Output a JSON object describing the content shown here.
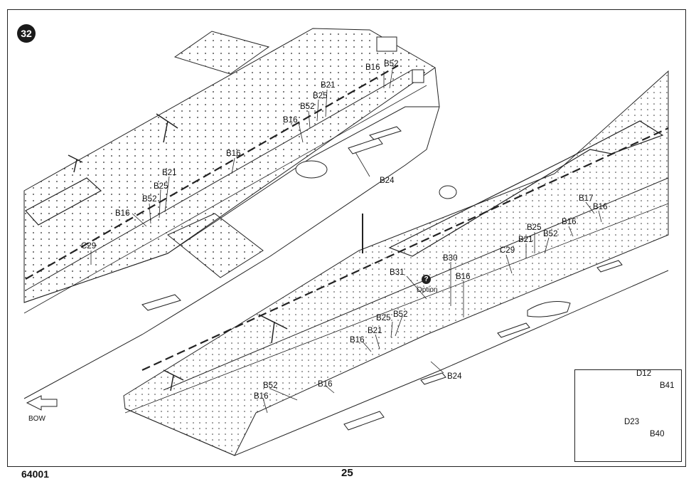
{
  "step": {
    "number": "32"
  },
  "callouts": {
    "a_b16": "B16",
    "a_b52": "B52",
    "a_b21": "B21",
    "a_b25": "B25",
    "a_b52b": "B52",
    "a_b16b": "B16",
    "a_b16c": "B16",
    "a_b24": "B24",
    "a_b21b": "B21",
    "a_b25b": "B25",
    "a_b52c": "B52",
    "a_b16d": "B16",
    "a_c29": "C29",
    "b_b17": "B17",
    "b_b16": "B16",
    "b_b16b": "B16",
    "b_b25": "B25",
    "b_b52": "B52",
    "b_b21": "B21",
    "b_c29": "C29",
    "b_b30": "B30",
    "b_b16c": "B16",
    "b_b31": "B31",
    "b_b25b": "B25",
    "b_b52b": "B52",
    "b_b21b": "B21",
    "b_b16d": "B16",
    "b_b24": "B24",
    "b_b52c": "B52",
    "b_b16e": "B16",
    "b_b16f": "B16"
  },
  "option": {
    "marker": "?",
    "label": "Option"
  },
  "bow": {
    "label": "BOW"
  },
  "inset": {
    "d12": "D12",
    "b41": "B41",
    "d23": "D23",
    "b40": "B40"
  },
  "footer": {
    "catalog": "64001",
    "page": "25"
  }
}
